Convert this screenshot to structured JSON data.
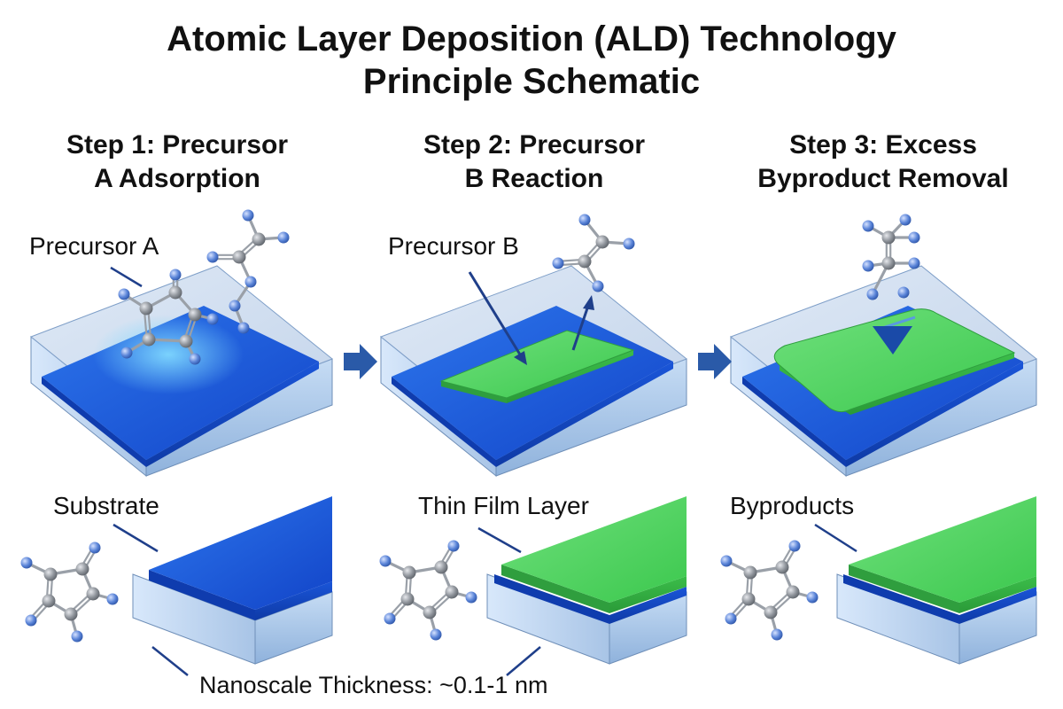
{
  "title": {
    "line1": "Atomic Layer Deposition (ALD) Technology",
    "line2": "Principle Schematic"
  },
  "steps": [
    {
      "line1": "Step 1: Precursor",
      "line2": "A Adsorption"
    },
    {
      "line1": "Step 2: Precursor",
      "line2": "B Reaction"
    },
    {
      "line1": "Step 3: Excess",
      "line2": "Byproduct Removal"
    }
  ],
  "labels": {
    "precursor_a": "Precursor A",
    "precursor_b": "Precursor B",
    "substrate": "Substrate",
    "thin_film_layer": "Thin Film Layer",
    "byproducts": "Byproducts",
    "thickness": "Nanoscale Thickness: ~0.1-1 nm"
  },
  "colors": {
    "substrate_face": "#a9c8ec",
    "adsorbed_layer": "#1a5ee0",
    "thin_film": "#4cd35c",
    "arrow": "#2a5aa8",
    "atom_gray": "#8a8f96",
    "atom_blue": "#5a84d8"
  }
}
